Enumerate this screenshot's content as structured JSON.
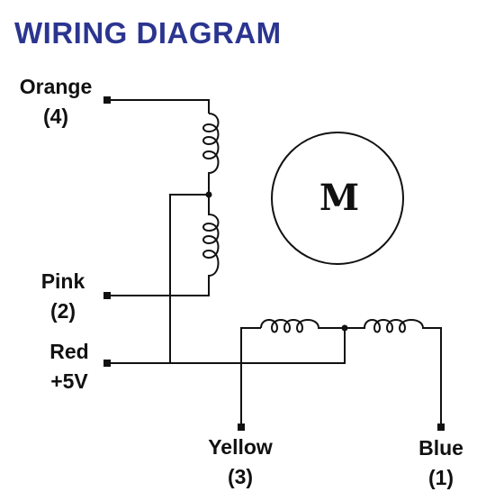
{
  "title": "WIRING DIAGRAM",
  "title_color": "#2b3590",
  "wires": {
    "orange": {
      "name": "Orange",
      "number": "(4)"
    },
    "pink": {
      "name": "Pink",
      "number": "(2)"
    },
    "red": {
      "name": "Red",
      "number": "+5V"
    },
    "yellow": {
      "name": "Yellow",
      "number": "(3)"
    },
    "blue": {
      "name": "Blue",
      "number": "(1)"
    }
  },
  "motor": {
    "label": "M"
  }
}
